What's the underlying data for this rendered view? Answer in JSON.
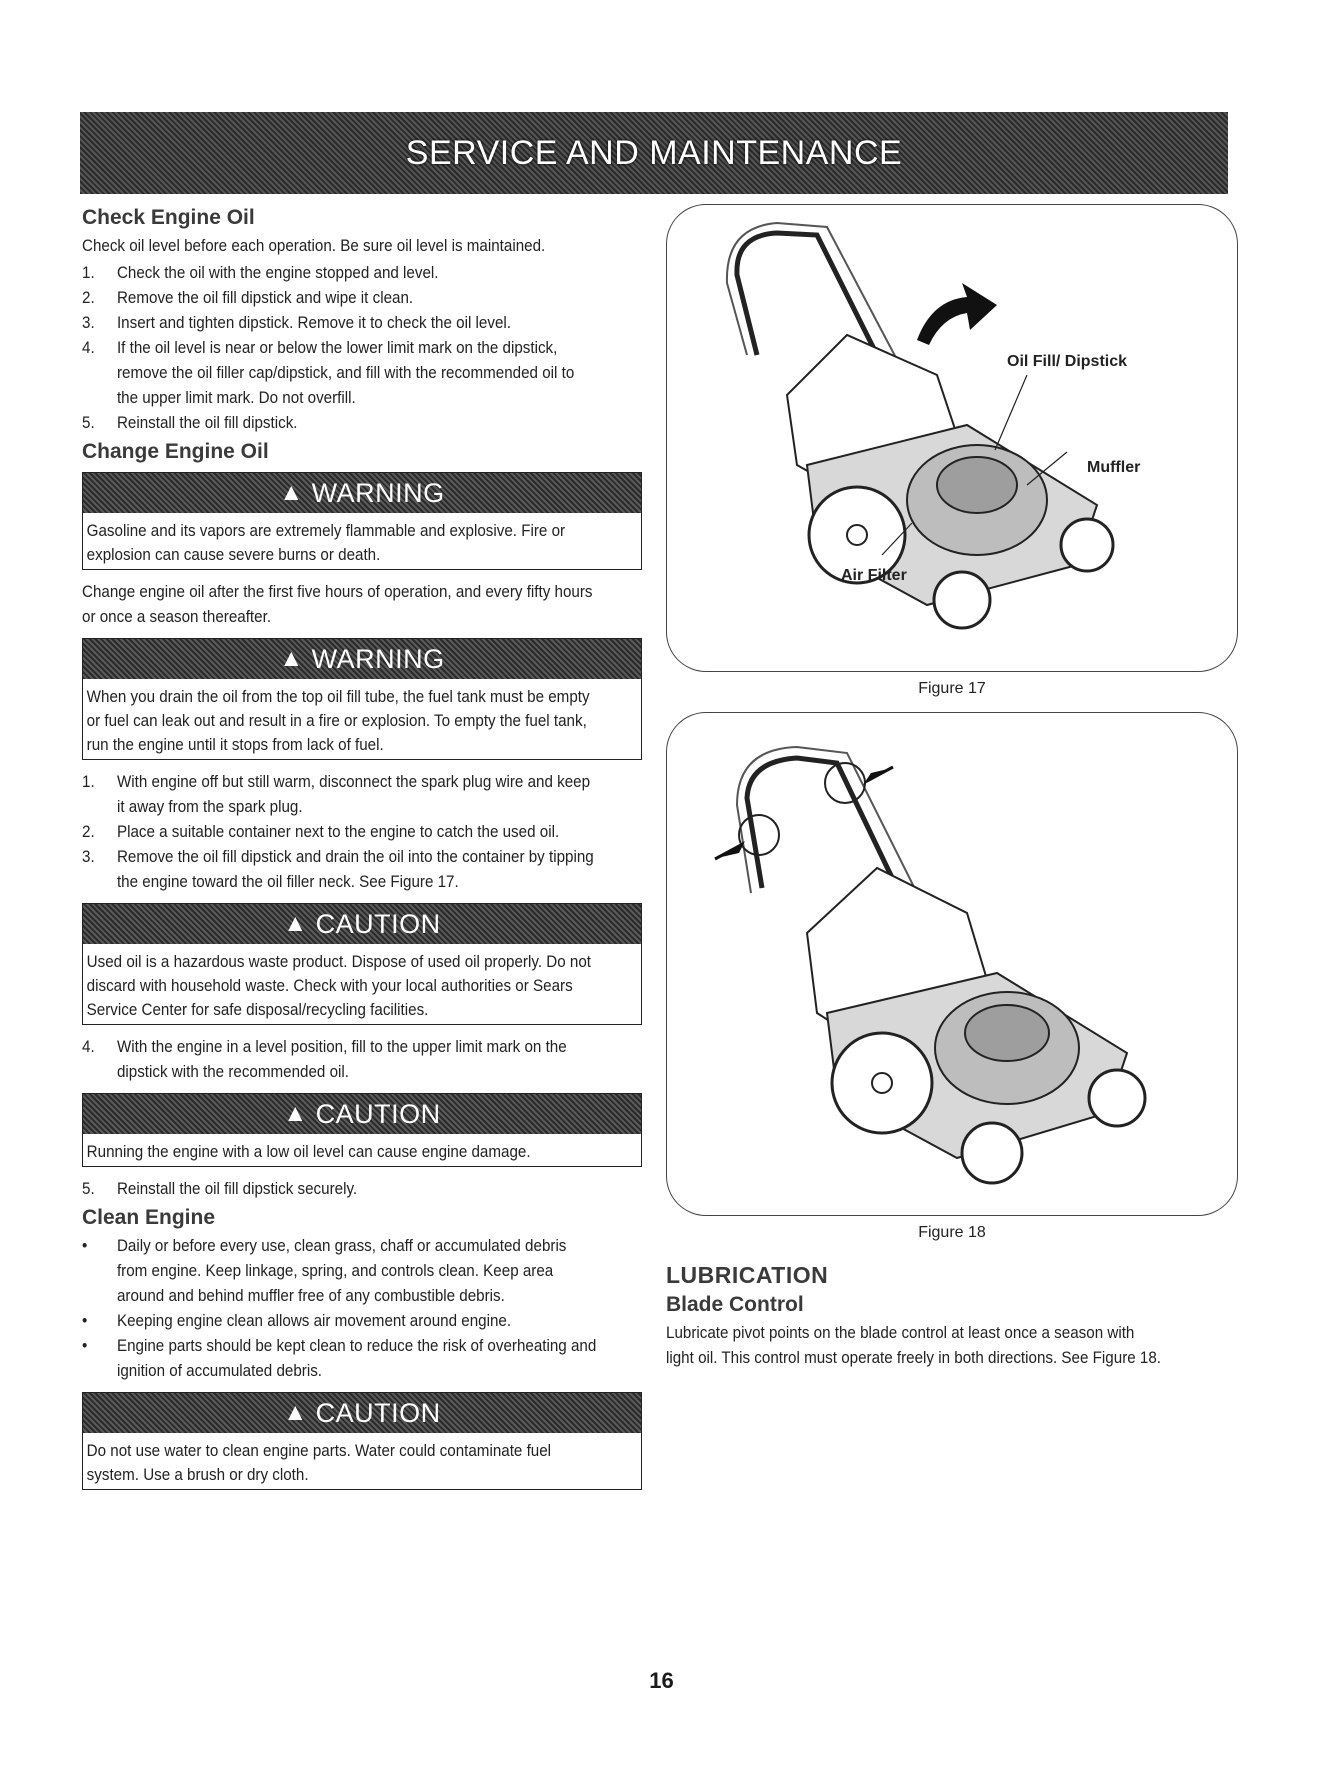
{
  "banner": {
    "title": "SERVICE AND MAINTENANCE"
  },
  "check_oil": {
    "heading": "Check Engine Oil",
    "intro": "Check oil level before each operation. Be sure oil level is maintained.",
    "steps": [
      {
        "num": "1.",
        "text": "Check the oil with the engine stopped and level."
      },
      {
        "num": "2.",
        "text": "Remove the oil fill dipstick and wipe it clean."
      },
      {
        "num": "3.",
        "text": "Insert and tighten dipstick. Remove it to check the oil level."
      },
      {
        "num": "4.",
        "text": "If the oil level is near or below the lower limit mark on the dipstick, remove the oil filler cap/dipstick, and fill with the recommended oil to the upper limit mark. Do not overfill."
      },
      {
        "num": "5.",
        "text": "Reinstall the oil fill dipstick."
      }
    ]
  },
  "change_oil": {
    "heading": "Change Engine Oil",
    "warning1": {
      "title": "WARNING",
      "text": "Gasoline and its vapors are extremely flammable and explosive. Fire or explosion can cause severe burns or death."
    },
    "para": "Change engine oil after the first five hours of operation, and every fifty hours or once a season thereafter.",
    "warning2": {
      "title": "WARNING",
      "text": "When you drain the oil from the top oil fill tube, the fuel tank must be empty or fuel can leak out and result in a fire or explosion. To empty the fuel tank, run the engine until it stops from lack of fuel."
    },
    "steps": [
      {
        "num": "1.",
        "text": "With engine off but still warm, disconnect the spark plug wire and keep it away from the spark plug."
      },
      {
        "num": "2.",
        "text": "Place a suitable container next to the engine to catch the used oil."
      },
      {
        "num": "3.",
        "text": "Remove the oil fill dipstick and drain the oil into the container by tipping the engine toward the oil filler neck. See Figure 17."
      }
    ],
    "caution1": {
      "title": "CAUTION",
      "text": "Used oil is a hazardous waste product. Dispose of used oil properly. Do not discard with household waste. Check with your local authorities or Sears Service Center for safe disposal/recycling facilities."
    },
    "step4": {
      "num": "4.",
      "text": "With the engine in a level position, fill to the upper limit mark on the dipstick with the recommended oil."
    },
    "caution2": {
      "title": "CAUTION",
      "text": "Running the engine with a low oil level can cause engine damage."
    },
    "step5": {
      "num": "5.",
      "text": "Reinstall the oil fill dipstick securely."
    }
  },
  "clean_engine": {
    "heading": "Clean Engine",
    "bullets": [
      "Daily or before every use, clean grass, chaff or accumulated debris from engine. Keep linkage, spring, and controls clean. Keep area around and behind muffler free of any combustible debris.",
      "Keeping engine clean allows air movement around engine.",
      "Engine parts should be kept clean to reduce the risk of overheating and ignition of accumulated debris."
    ],
    "caution": {
      "title": "CAUTION",
      "text": "Do not use water to clean engine parts. Water could contaminate fuel system. Use a brush or dry cloth."
    }
  },
  "figure17": {
    "caption": "Figure 17",
    "labels": {
      "oil": "Oil Fill/ Dipstick",
      "muffler": "Muffler",
      "air": "Air Filter"
    }
  },
  "figure18": {
    "caption": "Figure 18"
  },
  "lubrication": {
    "heading": "LUBRICATION",
    "subheading": "Blade Control",
    "text": "Lubricate pivot points on the blade control at least once a season with light oil. This control must operate freely in both directions. See Figure 18."
  },
  "page_number": "16"
}
